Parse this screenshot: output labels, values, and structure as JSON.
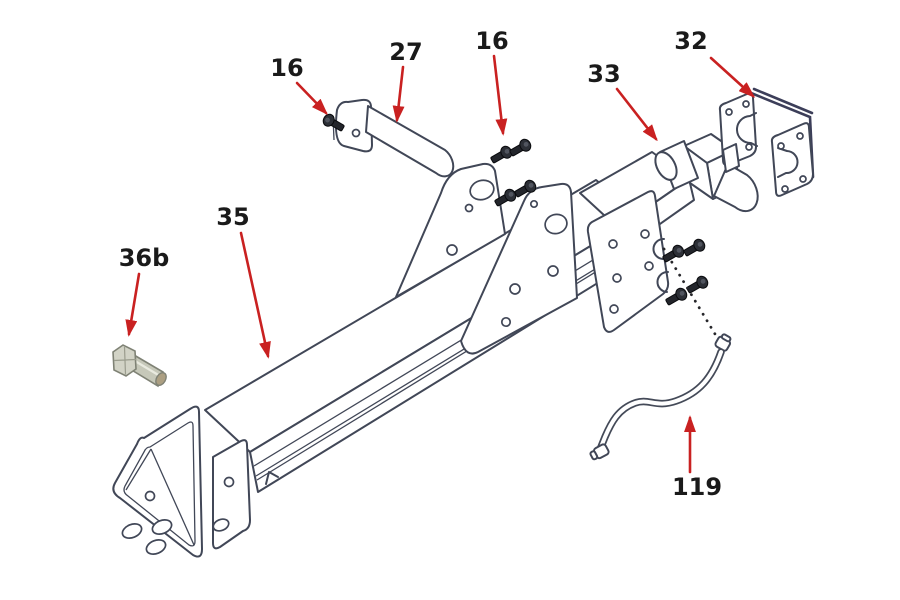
{
  "diagram": {
    "background_color": "#ffffff",
    "line_color": "#414757",
    "arrow_color": "#c92121",
    "label_color": "#1a1a1a",
    "screw_color": "#23252b",
    "bolt_head_color": "#d2d3c6",
    "bolt_shaft_color": "#c6c8b9",
    "bolt_tip_color": "#ac9f82",
    "callouts": [
      {
        "label": "16"
      },
      {
        "label": "27"
      },
      {
        "label": "16"
      },
      {
        "label": "33"
      },
      {
        "label": "32"
      },
      {
        "label": "35"
      },
      {
        "label": "36b"
      },
      {
        "label": "119"
      }
    ]
  }
}
